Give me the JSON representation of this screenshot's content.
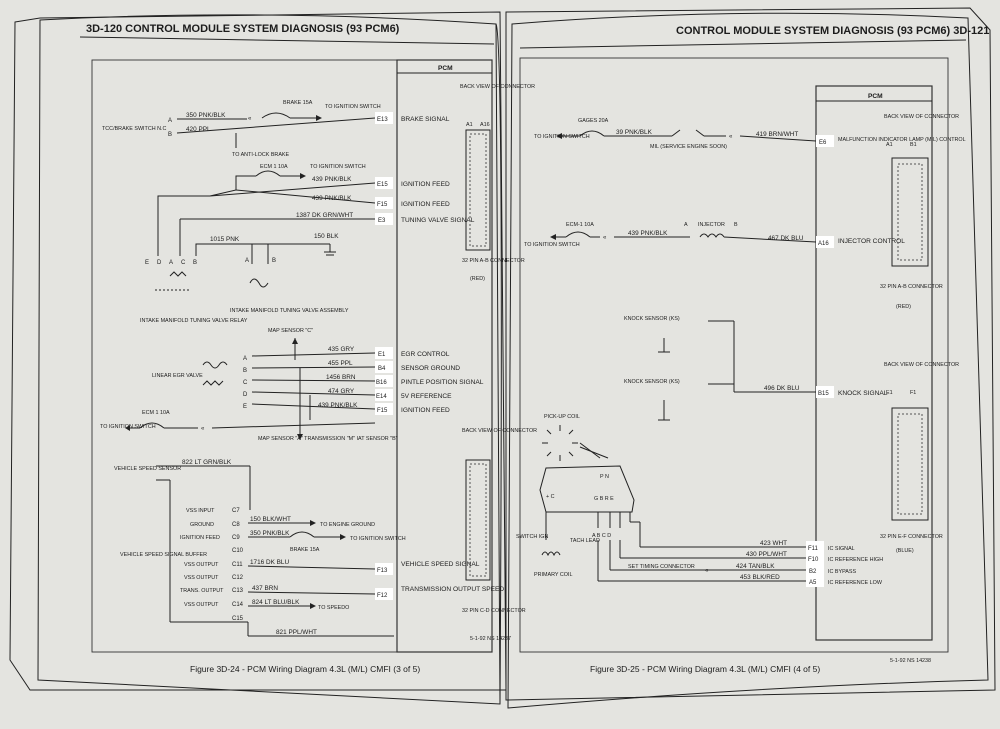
{
  "left_page": {
    "header": "3D-120  CONTROL MODULE SYSTEM DIAGNOSIS  (93 PCM6)",
    "pcm_label": "PCM",
    "connector_top": {
      "title": "BACK VIEW OF CONNECTOR",
      "pin1": "A1",
      "pin2": "A16",
      "caption": "32 PIN A-B CONNECTOR",
      "color": "(RED)"
    },
    "connector_bottom": {
      "title": "BACK VIEW OF CONNECTOR",
      "caption": "32 PIN C-D CONNECTOR"
    },
    "components": {
      "tcc_brake_switch": "TCC/BRAKE SWITCH N.C",
      "brake_fuse": "BRAKE 15A",
      "to_ignition_switch": "TO IGNITION SWITCH",
      "to_antilock": "TO ANTI-LOCK BRAKE",
      "ecm1_fuse": "ECM 1 10A",
      "relay": "INTAKE MANIFOLD TUNING VALVE RELAY",
      "relay_pins": [
        "E",
        "D",
        "A",
        "C",
        "B"
      ],
      "tuning_valve": "INTAKE MANIFOLD TUNING VALVE ASSEMBLY",
      "valve_pins": [
        "A",
        "B"
      ],
      "map_sensor_c": "MAP SENSOR \"C\"",
      "egr_valve": "LINEAR EGR VALVE",
      "egr_pins": [
        "A",
        "B",
        "C",
        "D",
        "E"
      ],
      "ecm1_fuse_2": "ECM 1 10A",
      "map_sensor_multi": "MAP SENSOR \"A\" TRANSMISSION \"M\" IAT SENSOR \"B\"",
      "vss": "VEHICLE SPEED SENSOR",
      "vss_buffer": "VEHICLE SPEED SIGNAL BUFFER",
      "to_engine_ground": "TO ENGINE GROUND",
      "to_speedo": "TO SPEEDO",
      "to_ign_switch_2": "TO IGNITION SWITCH",
      "brake_fuse_2": "BRAKE 15A"
    },
    "circuits": [
      {
        "wire": "350 PNK/BLK",
        "pin": "",
        "signal": ""
      },
      {
        "wire": "420 PPL",
        "pin": "E13",
        "signal": "BRAKE SIGNAL"
      },
      {
        "wire": "439 PNK/BLK",
        "pin": "E15",
        "signal": "IGNITION FEED"
      },
      {
        "wire": "439 PNK/BLK",
        "pin": "F15",
        "signal": "IGNITION FEED"
      },
      {
        "wire": "1387 DK GRN/WHT",
        "pin": "E3",
        "signal": "TUNING VALVE SIGNAL"
      },
      {
        "wire": "1015 PNK",
        "pin": "",
        "signal": ""
      },
      {
        "wire": "150 BLK",
        "pin": "",
        "signal": ""
      },
      {
        "wire": "435 GRY",
        "pin": "E1",
        "signal": "EGR CONTROL"
      },
      {
        "wire": "455 PPL",
        "pin": "B4",
        "signal": "SENSOR GROUND"
      },
      {
        "wire": "1456 BRN",
        "pin": "B16",
        "signal": "PINTLE POSITION SIGNAL"
      },
      {
        "wire": "474 GRY",
        "pin": "E14",
        "signal": "5V REFERENCE"
      },
      {
        "wire": "439 PNK/BLK",
        "pin": "F15",
        "signal": "IGNITION FEED"
      },
      {
        "wire": "822 LT GRN/BLK",
        "pin": "",
        "signal": ""
      },
      {
        "wire": "1716 DK BLU",
        "pin": "F13",
        "signal": "VEHICLE SPEED SIGNAL"
      },
      {
        "wire": "437 BRN",
        "pin": "F12",
        "signal": "TRANSMISSION OUTPUT SPEED"
      },
      {
        "wire": "824 LT BLU/BLK",
        "pin": "",
        "signal": ""
      },
      {
        "wire": "821 PPL/WHT",
        "pin": "",
        "signal": ""
      },
      {
        "wire": "150 BLK/WHT",
        "pin": "",
        "signal": ""
      },
      {
        "wire": "350 PNK/BLK",
        "pin": "",
        "signal": ""
      }
    ],
    "buffer_pins": [
      {
        "label": "VSS INPUT",
        "pin": "C7"
      },
      {
        "label": "GROUND",
        "pin": "C8"
      },
      {
        "label": "IGNITION FEED",
        "pin": "C9"
      },
      {
        "label": "",
        "pin": "C10"
      },
      {
        "label": "VSS OUTPUT",
        "pin": "C11"
      },
      {
        "label": "VSS OUTPUT",
        "pin": "C12"
      },
      {
        "label": "TRANS. OUTPUT",
        "pin": "C13"
      },
      {
        "label": "VSS OUTPUT",
        "pin": "C14"
      },
      {
        "label": "",
        "pin": "C15"
      }
    ],
    "date_code": "5-1-92 NS 14237",
    "caption": "Figure 3D-24 - PCM Wiring Diagram 4.3L (M/L) CMFI (3 of 5)"
  },
  "right_page": {
    "header": "CONTROL MODULE SYSTEM DIAGNOSIS  (93 PCM6)  3D-121",
    "pcm_label": "PCM",
    "connector_top": {
      "title": "BACK VIEW OF CONNECTOR",
      "pin1": "A1",
      "pin2": "B1",
      "caption": "32 PIN A-B CONNECTOR",
      "color": "(RED)"
    },
    "connector_bottom": {
      "title": "BACK VIEW OF CONNECTOR",
      "pin1": "E1",
      "pin2": "F1",
      "caption": "32 PIN E-F CONNECTOR",
      "color": "(BLUE)"
    },
    "components": {
      "to_ignition_switch": "TO IGNITION SWITCH",
      "gages_fuse": "GAGES 20A",
      "mil": "MIL (SERVICE ENGINE SOON)",
      "ecm1_fuse": "ECM-1 10A",
      "injector": "INJECTOR",
      "injector_pins": [
        "A",
        "B"
      ],
      "knock_sensor_1": "KNOCK SENSOR (KS)",
      "knock_sensor_2": "KNOCK SENSOR (KS)",
      "pickup_coil": "PICK-UP COIL",
      "pickup_pins": "P N",
      "module_pins": "G B R E",
      "module_c": "+ C",
      "tach_lead": "TACH LEAD",
      "switch_ign": "SWITCH IGN",
      "primary_coil": "PRIMARY COIL",
      "abcd": "A B C D",
      "set_timing": "SET TIMING CONNECTOR"
    },
    "circuits": [
      {
        "wire": "39 PNK/BLK",
        "pin": "",
        "signal": ""
      },
      {
        "wire": "419 BRN/WHT",
        "pin": "E6",
        "signal": "MALFUNCTION INDICATOR LAMP (MIL) CONTROL"
      },
      {
        "wire": "439 PNK/BLK",
        "pin": "",
        "signal": ""
      },
      {
        "wire": "467 DK BLU",
        "pin": "A16",
        "signal": "INJECTOR CONTROL"
      },
      {
        "wire": "496 DK BLU",
        "pin": "B15",
        "signal": "KNOCK SIGNAL"
      },
      {
        "wire": "423 WHT",
        "pin": "F11",
        "signal": "IC SIGNAL"
      },
      {
        "wire": "430 PPL/WHT",
        "pin": "F10",
        "signal": "IC REFERENCE HIGH"
      },
      {
        "wire": "424 TAN/BLK",
        "pin": "B2",
        "signal": "IC BYPASS"
      },
      {
        "wire": "453 BLK/RED",
        "pin": "A5",
        "signal": "IC REFERENCE LOW"
      }
    ],
    "date_code": "5-1-92 NS 14238",
    "caption": "Figure 3D-25 - PCM Wiring Diagram 4.3L (M/L) CMFI (4 of 5)"
  }
}
